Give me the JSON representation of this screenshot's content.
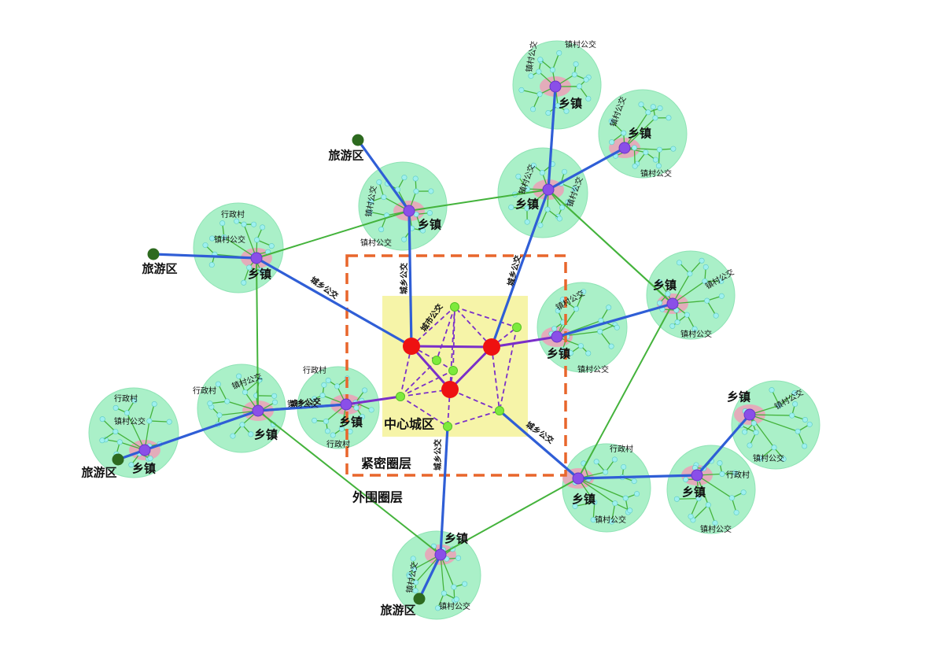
{
  "labels": {
    "township": "乡镇",
    "village": "行政村",
    "town_village_bus": "镇村公交",
    "urban_rural_bus": "城乡公交",
    "city_bus": "城市公交",
    "tourist_area": "旅游区",
    "center_city": "中心城区",
    "tight_ring": "紧密圈层",
    "outer_ring": "外围圈层"
  },
  "colors": {
    "township_node": "#8a4fe8",
    "center_node": "#ee1111",
    "tourist_node": "#2d6a1f",
    "green_link": "#44b33c",
    "blue_link": "#2f5ed6",
    "purple_link": "#7a2fc9",
    "ring_border": "#e8662c",
    "center_fill": "#f6f4a8",
    "cluster_fill": "#aaf0c8",
    "halo_fill": "#e9a4b8",
    "village_dot": "#9ef0ee"
  }
}
